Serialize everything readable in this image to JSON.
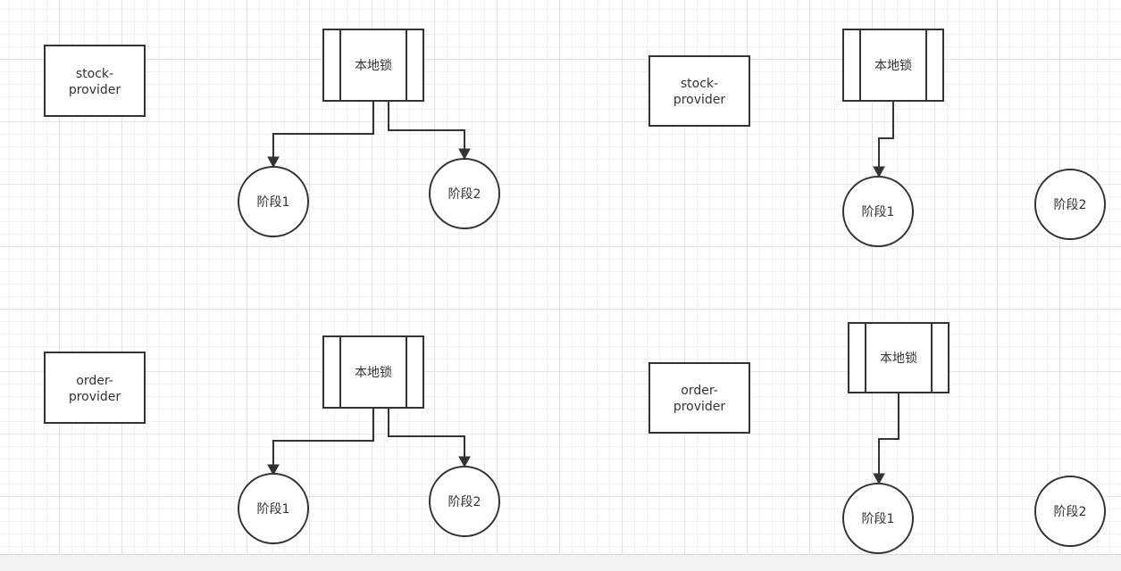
{
  "nodes": {
    "stock_provider_left": {
      "label_lines": [
        "stock-",
        "provider"
      ]
    },
    "stock_provider_right": {
      "label_lines": [
        "stock-",
        "provider"
      ]
    },
    "order_provider_left": {
      "label_lines": [
        "order-",
        "provider"
      ]
    },
    "order_provider_right": {
      "label_lines": [
        "order-",
        "provider"
      ]
    },
    "lock_top_left": {
      "label": "本地锁"
    },
    "lock_top_right": {
      "label": "本地锁"
    },
    "lock_bottom_left": {
      "label": "本地锁"
    },
    "lock_bottom_right": {
      "label": "本地锁"
    },
    "stage1_top_left": {
      "label": "阶段1"
    },
    "stage2_top_left": {
      "label": "阶段2"
    },
    "stage1_top_right": {
      "label": "阶段1"
    },
    "stage2_top_right": {
      "label": "阶段2"
    },
    "stage1_bottom_left": {
      "label": "阶段1"
    },
    "stage2_bottom_left": {
      "label": "阶段2"
    },
    "stage1_bottom_right": {
      "label": "阶段1"
    },
    "stage2_bottom_right": {
      "label": "阶段2"
    }
  },
  "edges": [
    {
      "from": "lock_top_left",
      "to": "stage1_top_left"
    },
    {
      "from": "lock_top_left",
      "to": "stage2_top_left"
    },
    {
      "from": "lock_top_right",
      "to": "stage1_top_right"
    },
    {
      "from": "lock_bottom_left",
      "to": "stage1_bottom_left"
    },
    {
      "from": "lock_bottom_left",
      "to": "stage2_bottom_left"
    },
    {
      "from": "lock_bottom_right",
      "to": "stage1_bottom_right"
    }
  ],
  "colors": {
    "stroke": "#333333",
    "fill": "#ffffff",
    "text": "#333333",
    "grid_major": "#e3e3e3",
    "grid_minor": "#f1f1f1"
  }
}
